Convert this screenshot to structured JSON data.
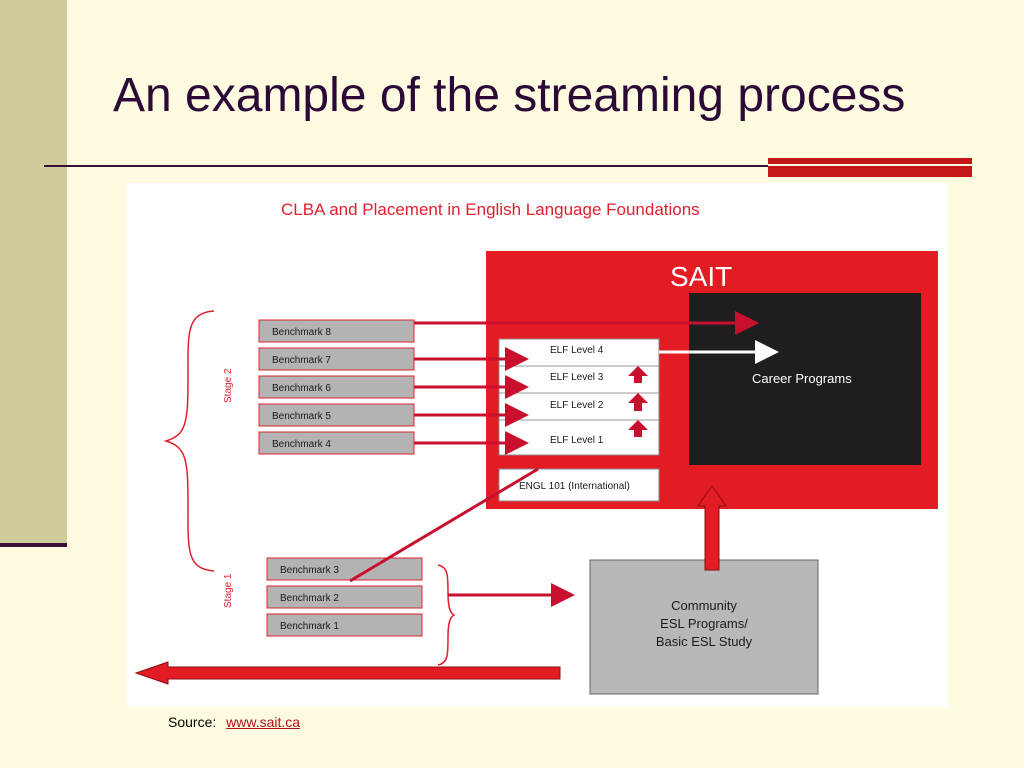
{
  "slide": {
    "title": "An example of the streaming process",
    "source_label": "Source:",
    "source_link": "www.sait.ca"
  },
  "diagram": {
    "heading": "CLBA and Placement in English Language Foundations",
    "institution": "SAIT",
    "stage2_label": "Stage 2",
    "stage1_label": "Stage 1",
    "stage2_benchmarks": [
      "Benchmark 8",
      "Benchmark 7",
      "Benchmark 6",
      "Benchmark 5",
      "Benchmark 4"
    ],
    "stage1_benchmarks": [
      "Benchmark 3",
      "Benchmark 2",
      "Benchmark 1"
    ],
    "elf_levels": [
      "ELF Level 4",
      "ELF Level 3",
      "ELF Level 2",
      "ELF Level 1"
    ],
    "engl_course": "ENGL 101 (International)",
    "career_programs": "Career Programs",
    "community_lines": [
      "Community",
      "ESL Programs/",
      "Basic ESL Study"
    ]
  },
  "colors": {
    "slide_background": "#fffbe0",
    "side_band": "#cfcc9b",
    "title_text": "#2b0a38",
    "accent_red": "#c41818",
    "sait_red": "#e31b23",
    "career_box": "#1f1d1d",
    "benchmark_box": "#b3b3b3",
    "community_box": "#b8b8b8",
    "arrow_red": "#c8102e",
    "heading_red": "#e0202f",
    "link_red": "#b0121b"
  }
}
